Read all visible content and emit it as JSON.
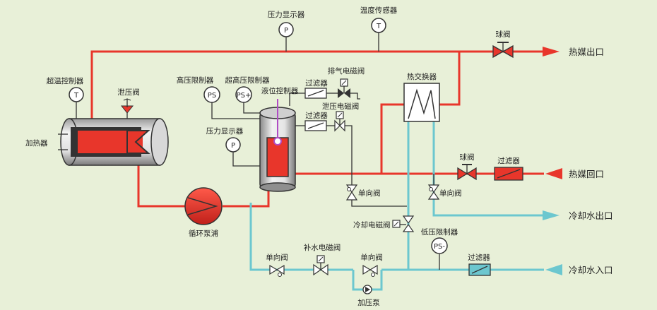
{
  "labels": {
    "pressure_display_top": "压力显示器",
    "temp_sensor": "温度传感器",
    "ball_valve_top": "球阀",
    "hot_media_out": "热媒出口",
    "overtemp_ctrl": "超温控制器",
    "relief_valve": "泄压阀",
    "heater": "加热器",
    "hp_limit": "高压限制器",
    "uhp_limit": "超高压限制器",
    "level_ctrl": "液位控制器",
    "filter_vent": "过滤器",
    "vent_solenoid": "排气电磁阀",
    "filter_relief": "过滤器",
    "relief_solenoid": "泄压电磁阀",
    "pressure_display_mid": "压力显示器",
    "heat_exchanger": "热交换器",
    "ball_valve_return": "球阀",
    "filter_return": "过滤器",
    "hot_media_return": "热媒回口",
    "check_valve_mid": "单向阀",
    "check_valve_right": "单向阀",
    "cooling_water_out": "冷却水出口",
    "cooling_solenoid": "冷却电磁阀",
    "lp_limit": "低压限制器",
    "circ_pump": "循环泵浦",
    "check_valve_bottom_left": "单向阀",
    "makeup_solenoid": "补水电磁阀",
    "check_valve_bottom": "单向阀",
    "booster_pump": "加压泵",
    "filter_inlet": "过滤器",
    "cooling_water_in": "冷却水入口"
  },
  "gauges": {
    "temp_T": "T",
    "pressure_P": "P",
    "ps": "PS",
    "ps_plus": "PS+",
    "ps_minus": "PS-"
  },
  "colors": {
    "hot_line": "#e8362b",
    "cold_line": "#6cc7cf",
    "background": "#e8f0d8"
  }
}
